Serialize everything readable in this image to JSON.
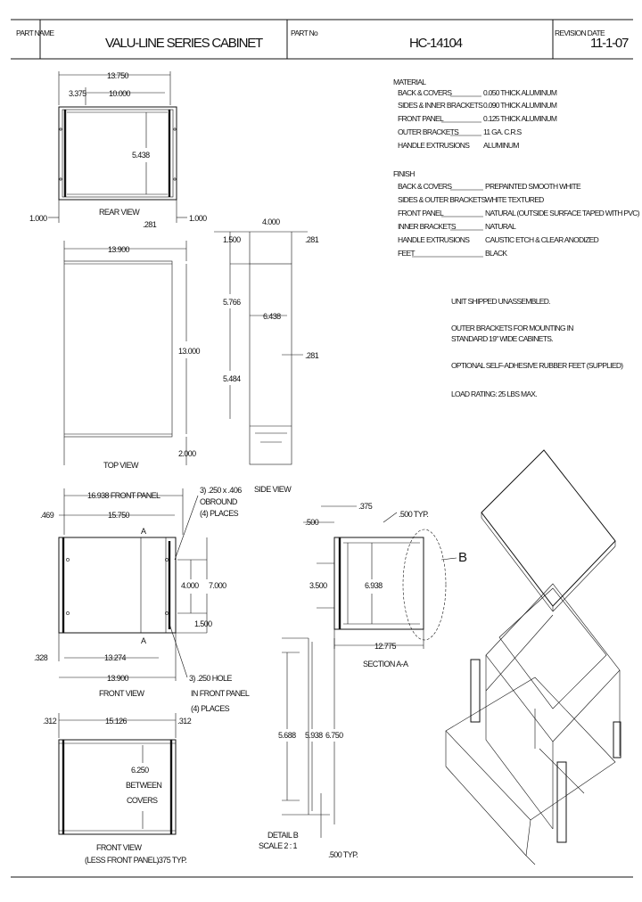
{
  "title_block": {
    "part_name_label": "PART NAME",
    "part_name": "VALU-LINE SERIES CABINET",
    "part_no_label": "PART No",
    "part_no": "HC-14104",
    "revision_label": "REVISION DATE",
    "revision_date": "11-1-07"
  },
  "material": {
    "heading": "MATERIAL",
    "rows": [
      {
        "item": "BACK & COVERS",
        "value": "0.050 THICK ALUMINUM"
      },
      {
        "item": "SIDES & INNER BRACKETS",
        "value": "0.090 THICK ALUMINUM"
      },
      {
        "item": "FRONT PANEL",
        "value": "0.125 THICK ALUMINUM"
      },
      {
        "item": "OUTER BRACKETS",
        "value": "11 GA. C.R.S"
      },
      {
        "item": "HANDLE EXTRUSIONS",
        "value": "ALUMINUM"
      }
    ]
  },
  "finish": {
    "heading": "FINISH",
    "rows": [
      {
        "item": "BACK & COVERS",
        "value": "PREPAINTED SMOOTH WHITE"
      },
      {
        "item": "SIDES & OUTER BRACKETS",
        "value": "WHITE TEXTURED"
      },
      {
        "item": "FRONT PANEL",
        "value": "NATURAL (OUTSIDE SURFACE TAPED WITH PVC)"
      },
      {
        "item": "INNER BRACKETS",
        "value": "NATURAL"
      },
      {
        "item": "HANDLE EXTRUSIONS",
        "value": "CAUSTIC ETCH & CLEAR ANODIZED"
      },
      {
        "item": "FEET",
        "value": "BLACK"
      }
    ]
  },
  "notes": [
    "UNIT SHIPPED UNASSEMBLED.",
    "OUTER BRACKETS FOR MOUNTING IN",
    "STANDARD 19\" WIDE CABINETS.",
    "OPTIONAL SELF-ADHESIVE RUBBER FEET (SUPPLIED)",
    "LOAD RATING: 25 LBS MAX."
  ],
  "views": {
    "rear": {
      "label": "REAR VIEW",
      "dims": {
        "overall": "13.750",
        "offset": "3.375",
        "inner": "10.000",
        "height": "5.438",
        "left": "1.000",
        "bottom": ".281",
        "right": "1.000"
      }
    },
    "top": {
      "label": "TOP VIEW",
      "dims": {
        "width": "13.900",
        "depth": "13.000",
        "bottom": "2.000"
      }
    },
    "side": {
      "label": "SIDE VIEW",
      "dims": {
        "top_left": "1.500",
        "top": "4.000",
        "top_right": ".281",
        "upper": "5.766",
        "mid": "6.438",
        "right": ".281",
        "lower": "5.484"
      }
    },
    "front": {
      "label": "FRONT VIEW",
      "dims": {
        "front_panel": "16.938 FRONT PANEL",
        "left": ".469",
        "width": "15.750",
        "height1": "4.000",
        "height2": "7.000",
        "bottom": "1.500",
        "left_bottom": ".328",
        "span": "13.274",
        "overall": "13.900"
      },
      "callout1": [
        "3) .250 x .406",
        "OBROUND",
        "(4) PLACES"
      ],
      "callout2": [
        "3) .250 HOLE",
        "IN FRONT PANEL",
        "(4) PLACES"
      ],
      "section_mark": "A"
    },
    "front_less": {
      "label": "FRONT VIEW",
      "sublabel": "(LESS FRONT PANEL)",
      "dims": {
        "left": ".312",
        "width": "15.126",
        "right": ".312",
        "typ": ".375 TYP."
      },
      "center_text": [
        "6.250",
        "BETWEEN",
        "COVERS"
      ]
    },
    "section": {
      "label": "SECTION A-A",
      "dims": {
        "top": ".375",
        "left": ".500",
        "typ": ".500 TYP.",
        "h1": "3.500",
        "h2": "6.938",
        "width": "12.775"
      },
      "detail_mark": "B"
    },
    "detail": {
      "label": "DETAIL B",
      "scale": "SCALE 2 : 1",
      "dims": {
        "a": "5.688",
        "b": "5.938",
        "c": "6.750",
        "typ": ".500 TYP."
      }
    }
  },
  "colors": {
    "line": "#111111",
    "background": "#ffffff"
  }
}
